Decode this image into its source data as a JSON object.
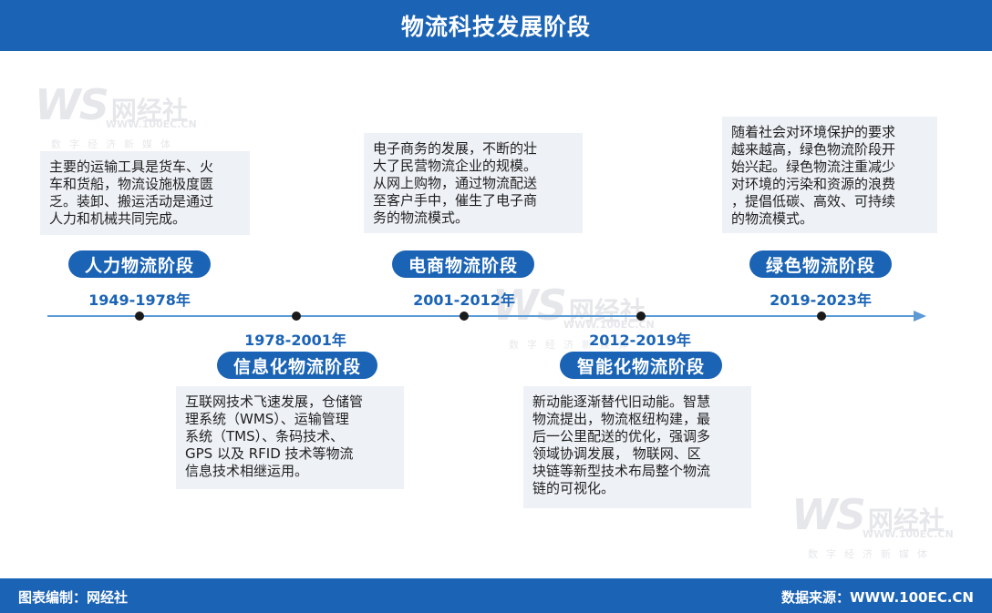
{
  "title": "物流科技发展阶段",
  "footer": {
    "left": "图表编制：网经社",
    "right": "数据来源：WWW.100EC.CN"
  },
  "watermark": {
    "logo": "WS",
    "name": "网经社",
    "url": "WWW.100EC.CN",
    "slogan": "数字经济新媒体"
  },
  "stages": [
    {
      "name": "人力物流阶段",
      "years": "1949-1978年",
      "description": "主要的运输工具是货车、火\n车和货船，物流设施极度匮\n乏。装卸、搬运活动是通过\n人力和机械共同完成。"
    },
    {
      "name": "信息化物流阶段",
      "years": "1978-2001年",
      "description": "互联网技术飞速发展，仓储管\n理系统（WMS）、运输管理\n系统（TMS）、条码技术、\nGPS 以及 RFID 技术等物流\n信息技术相继运用。"
    },
    {
      "name": "电商物流阶段",
      "years": "2001-2012年",
      "description": "电子商务的发展，不断的壮\n大了民营物流企业的规模。\n从网上购物，通过物流配送\n至客户手中，催生了电子商\n务的物流模式。"
    },
    {
      "name": "智能化物流阶段",
      "years": "2012-2019年",
      "description": "新动能逐渐替代旧动能。智慧\n物流提出，物流枢纽构建，最\n后一公里配送的优化，强调多\n领域协调发展， 物联网、区\n块链等新型技术布局整个物流\n链的可视化。"
    },
    {
      "name": "绿色物流阶段",
      "years": "2019-2023年",
      "description": "随着社会对环境保护的要求\n越来越高，绿色物流阶段开\n始兴起。绿色物流注重减少\n对环境的污染和资源的浪费\n，提倡低碳、高效、可持续\n的物流模式。"
    }
  ]
}
